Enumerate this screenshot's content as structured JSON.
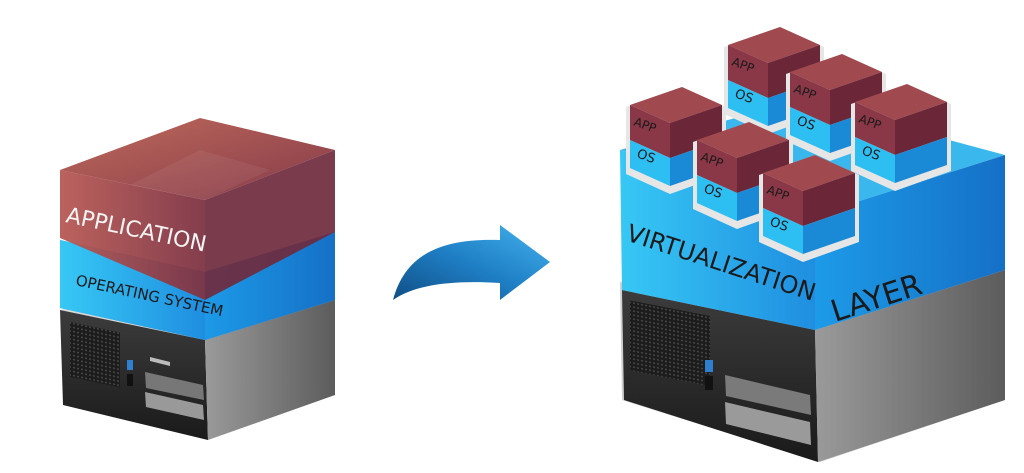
{
  "left_stack": {
    "application_label": "APPLICATION",
    "os_label": "OPERATING SYSTEM"
  },
  "right_stack": {
    "layer_word_1": "VIRTUALIZATION",
    "layer_word_2": "LAYER",
    "vm_app_label": "APP",
    "vm_os_label": "OS"
  },
  "colors": {
    "application": "#8e3f4a",
    "os_blue": "#21b6ee",
    "server_dark": "#2b2b2b",
    "arrow": "#1f7fc4"
  },
  "icons": {
    "arrow": "arrow-right-icon",
    "server": "server-icon"
  }
}
